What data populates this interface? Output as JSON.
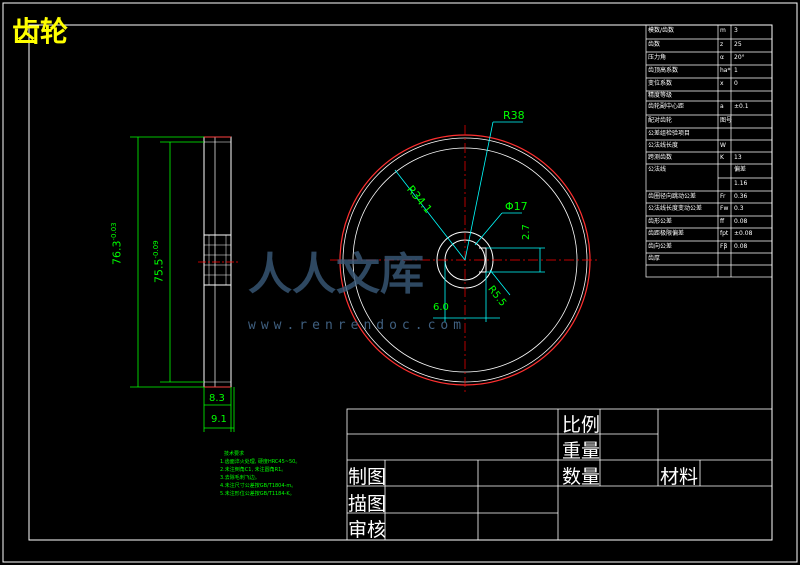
{
  "drawing": {
    "title": "齿轮",
    "dimensions": {
      "side_dia_outer": "76.3",
      "side_dia_outer_tol": "-0.03",
      "side_dia_root": "75.5",
      "side_dia_root_tol": "-0.09",
      "hub_width": "8.3",
      "face_width": "9.1",
      "r_outer": "R38",
      "r_pitch": "R34.1",
      "bore_dia": "Φ17",
      "keyway_depth": "2.7",
      "keyway_width": "6.0",
      "bore_radius": "R5.5"
    },
    "watermark": {
      "logo_text": "人人文库",
      "url": "www.renrendoc.com"
    }
  },
  "title_block": {
    "scale": "比例",
    "weight": "重量",
    "quantity": "数量",
    "material": "材料",
    "drawn": "制图",
    "traced": "描图",
    "checked": "审核"
  },
  "param_table": {
    "rows": [
      {
        "label": "模数/齿数",
        "sym": "m",
        "val": "3"
      },
      {
        "label": "齿数",
        "sym": "z",
        "val": "25"
      },
      {
        "label": "压力角",
        "sym": "α",
        "val": "20°"
      },
      {
        "label": "齿顶高系数",
        "sym": "ha*",
        "val": "1"
      },
      {
        "label": "变位系数",
        "sym": "x",
        "val": "0"
      },
      {
        "label": "精度等级",
        "sym": "",
        "val": ""
      },
      {
        "label": "齿轮副中心距",
        "sym": "a",
        "val": "±0.1"
      },
      {
        "label": "配对齿轮",
        "sym": "图号",
        "val": ""
      },
      {
        "label": "公差组检验项目",
        "sym": "",
        "val": ""
      },
      {
        "label": "公法线长度",
        "sym": "W",
        "val": ""
      },
      {
        "label": "跨测齿数",
        "sym": "K",
        "val": "13"
      },
      {
        "label": "公法线",
        "sym": "",
        "val": "偏差"
      },
      {
        "label": "",
        "sym": "",
        "val": "1.16"
      },
      {
        "label": "齿圈径向跳动公差",
        "sym": "Fr",
        "val": "0.36"
      },
      {
        "label": "公法线长度变动公差",
        "sym": "Fw",
        "val": "0.3"
      },
      {
        "label": "齿形公差",
        "sym": "ff",
        "val": "0.08"
      },
      {
        "label": "齿距极限偏差",
        "sym": "fpt",
        "val": "±0.08"
      },
      {
        "label": "齿向公差",
        "sym": "Fβ",
        "val": "0.08"
      },
      {
        "label": "齿厚",
        "sym": "",
        "val": ""
      }
    ]
  },
  "tech_notes": {
    "heading": "技术要求",
    "lines": [
      "1.齿面淬火处理, 硬度HRC45~50。",
      "2.未注倒角C1, 未注圆角R1。",
      "3.去除毛刺飞边。",
      "4.未注尺寸公差按GB/T1804-m。",
      "5.未注形位公差按GB/T1184-K。"
    ]
  },
  "colors": {
    "frame": "#ffffff",
    "dimension": "#00ff00",
    "leader": "#00ffff",
    "center": "#ff0000",
    "title": "#ffff00"
  }
}
